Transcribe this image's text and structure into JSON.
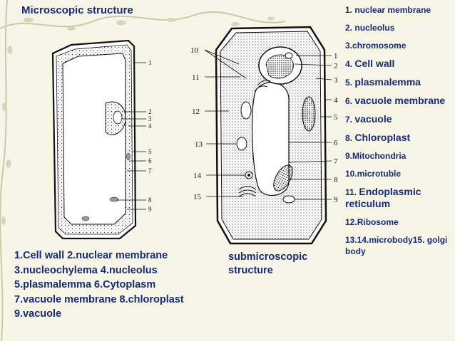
{
  "title": "Microscopic  structure",
  "right_list": [
    {
      "num": "1.",
      "text": "nuclear membrane",
      "emph": false
    },
    {
      "num": "2.",
      "text": "nucleolus",
      "emph": false
    },
    {
      "num": "3.",
      "text": "chromosome",
      "emph": false
    },
    {
      "num": "4.",
      "text": "Cell wall",
      "emph": true
    },
    {
      "num": "5.",
      "text": "plasmalemma",
      "emph": true
    },
    {
      "num": "6.",
      "text": "vacuole membrane",
      "emph": true
    },
    {
      "num": "7.",
      "text": "vacuole",
      "emph": true
    },
    {
      "num": "8.",
      "text": "Chloroplast",
      "emph": true
    },
    {
      "num": "9.",
      "text": "Mitochondria",
      "emph": false
    },
    {
      "num": "10.",
      "text": "microtuble",
      "emph": false
    },
    {
      "num": "11.",
      "text": "Endoplasmic reticulum",
      "emph": true
    },
    {
      "num": "12.",
      "text": "Ribosome",
      "emph": false
    },
    {
      "num": "13.14.",
      "text": "microbody15. golgi body",
      "emph": false
    }
  ],
  "bottom_left_lines": [
    "1.Cell wall 2.nuclear  membrane",
    "3.nucleochylema   4.nucleolus",
    "5.plasmalemma 6.Cytoplasm",
    "7.vacuole membrane 8.chloroplast",
    "9.vacuole"
  ],
  "submicro_label": "submicroscopic structure",
  "left_diagram_labels": [
    "1",
    "2",
    "3",
    "4",
    "5",
    "6",
    "7",
    "8",
    "9"
  ],
  "right_diagram_labels_left": [
    "10",
    "11",
    "12",
    "13",
    "14",
    "15"
  ],
  "right_diagram_labels_right": [
    "1",
    "2",
    "3",
    "4",
    "5",
    "6",
    "7",
    "8",
    "9"
  ],
  "colors": {
    "text": "#1a2a7a",
    "background": "#f6f5e6",
    "vine": "#c9cba5"
  }
}
